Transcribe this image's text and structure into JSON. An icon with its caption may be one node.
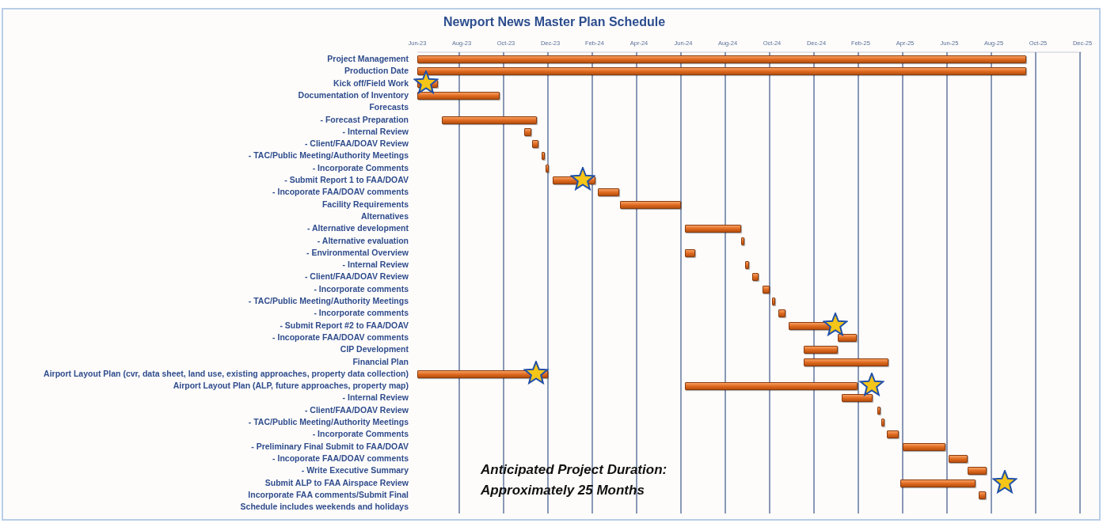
{
  "diagram": {
    "title": "Newport News Master Plan Schedule",
    "labels": [
      "Jun-23",
      "Aug-23",
      "Oct-23",
      "Dec-23",
      "Feb-24",
      "Apr-24",
      "Jun-24",
      "Aug-24",
      "Oct-24",
      "Dec-24",
      "Feb-25",
      "Apr-25",
      "Jun-25",
      "Aug-25",
      "Oct-25",
      "Dec-25",
      "Project Management",
      "Production Date",
      "Kick off/Field Work",
      "Documentation of Inventory",
      "Forecasts",
      "- Forecast Preparation",
      "- Internal Review",
      "- Client/FAA/DOAV Review",
      "- TAC/Public Meeting/Authority Meetings",
      "- Incorporate Comments",
      "- Submit Report 1 to FAA/DOAV",
      "- Incoporate FAA/DOAV comments",
      "Facility Requirements",
      "Alternatives",
      "- Alternative development",
      "- Alternative evaluation",
      "- Environmental Overview",
      "- Internal Review",
      "- Client/FAA/DOAV Review",
      "- Incorporate comments",
      "- TAC/Public Meeting/Authority Meetings",
      "- Incorporate comments",
      "- Submit Report #2 to FAA/DOAV",
      "- Incoporate FAA/DOAV comments",
      "CIP Development",
      "Financial Plan",
      "Airport Layout Plan (cvr, data sheet, land use, existing approaches, property data collection)",
      "Airport Layout Plan (ALP, future approaches, property map)",
      "- Internal Review",
      "- Client/FAA/DOAV Review",
      "- TAC/Public Meeting/Authority Meetings",
      "- Incorporate Comments",
      "- Preliminary Final Submit to FAA/DOAV",
      "- Incoporate FAA/DOAV comments",
      "- Write Executive Summary",
      "Submit ALP to FAA Airspace Review",
      "Incorporate FAA comments/Submit Final",
      "Schedule includes weekends and holidays",
      "Anticipated Project Duration: Approximately 25 Months"
    ]
  }
}
